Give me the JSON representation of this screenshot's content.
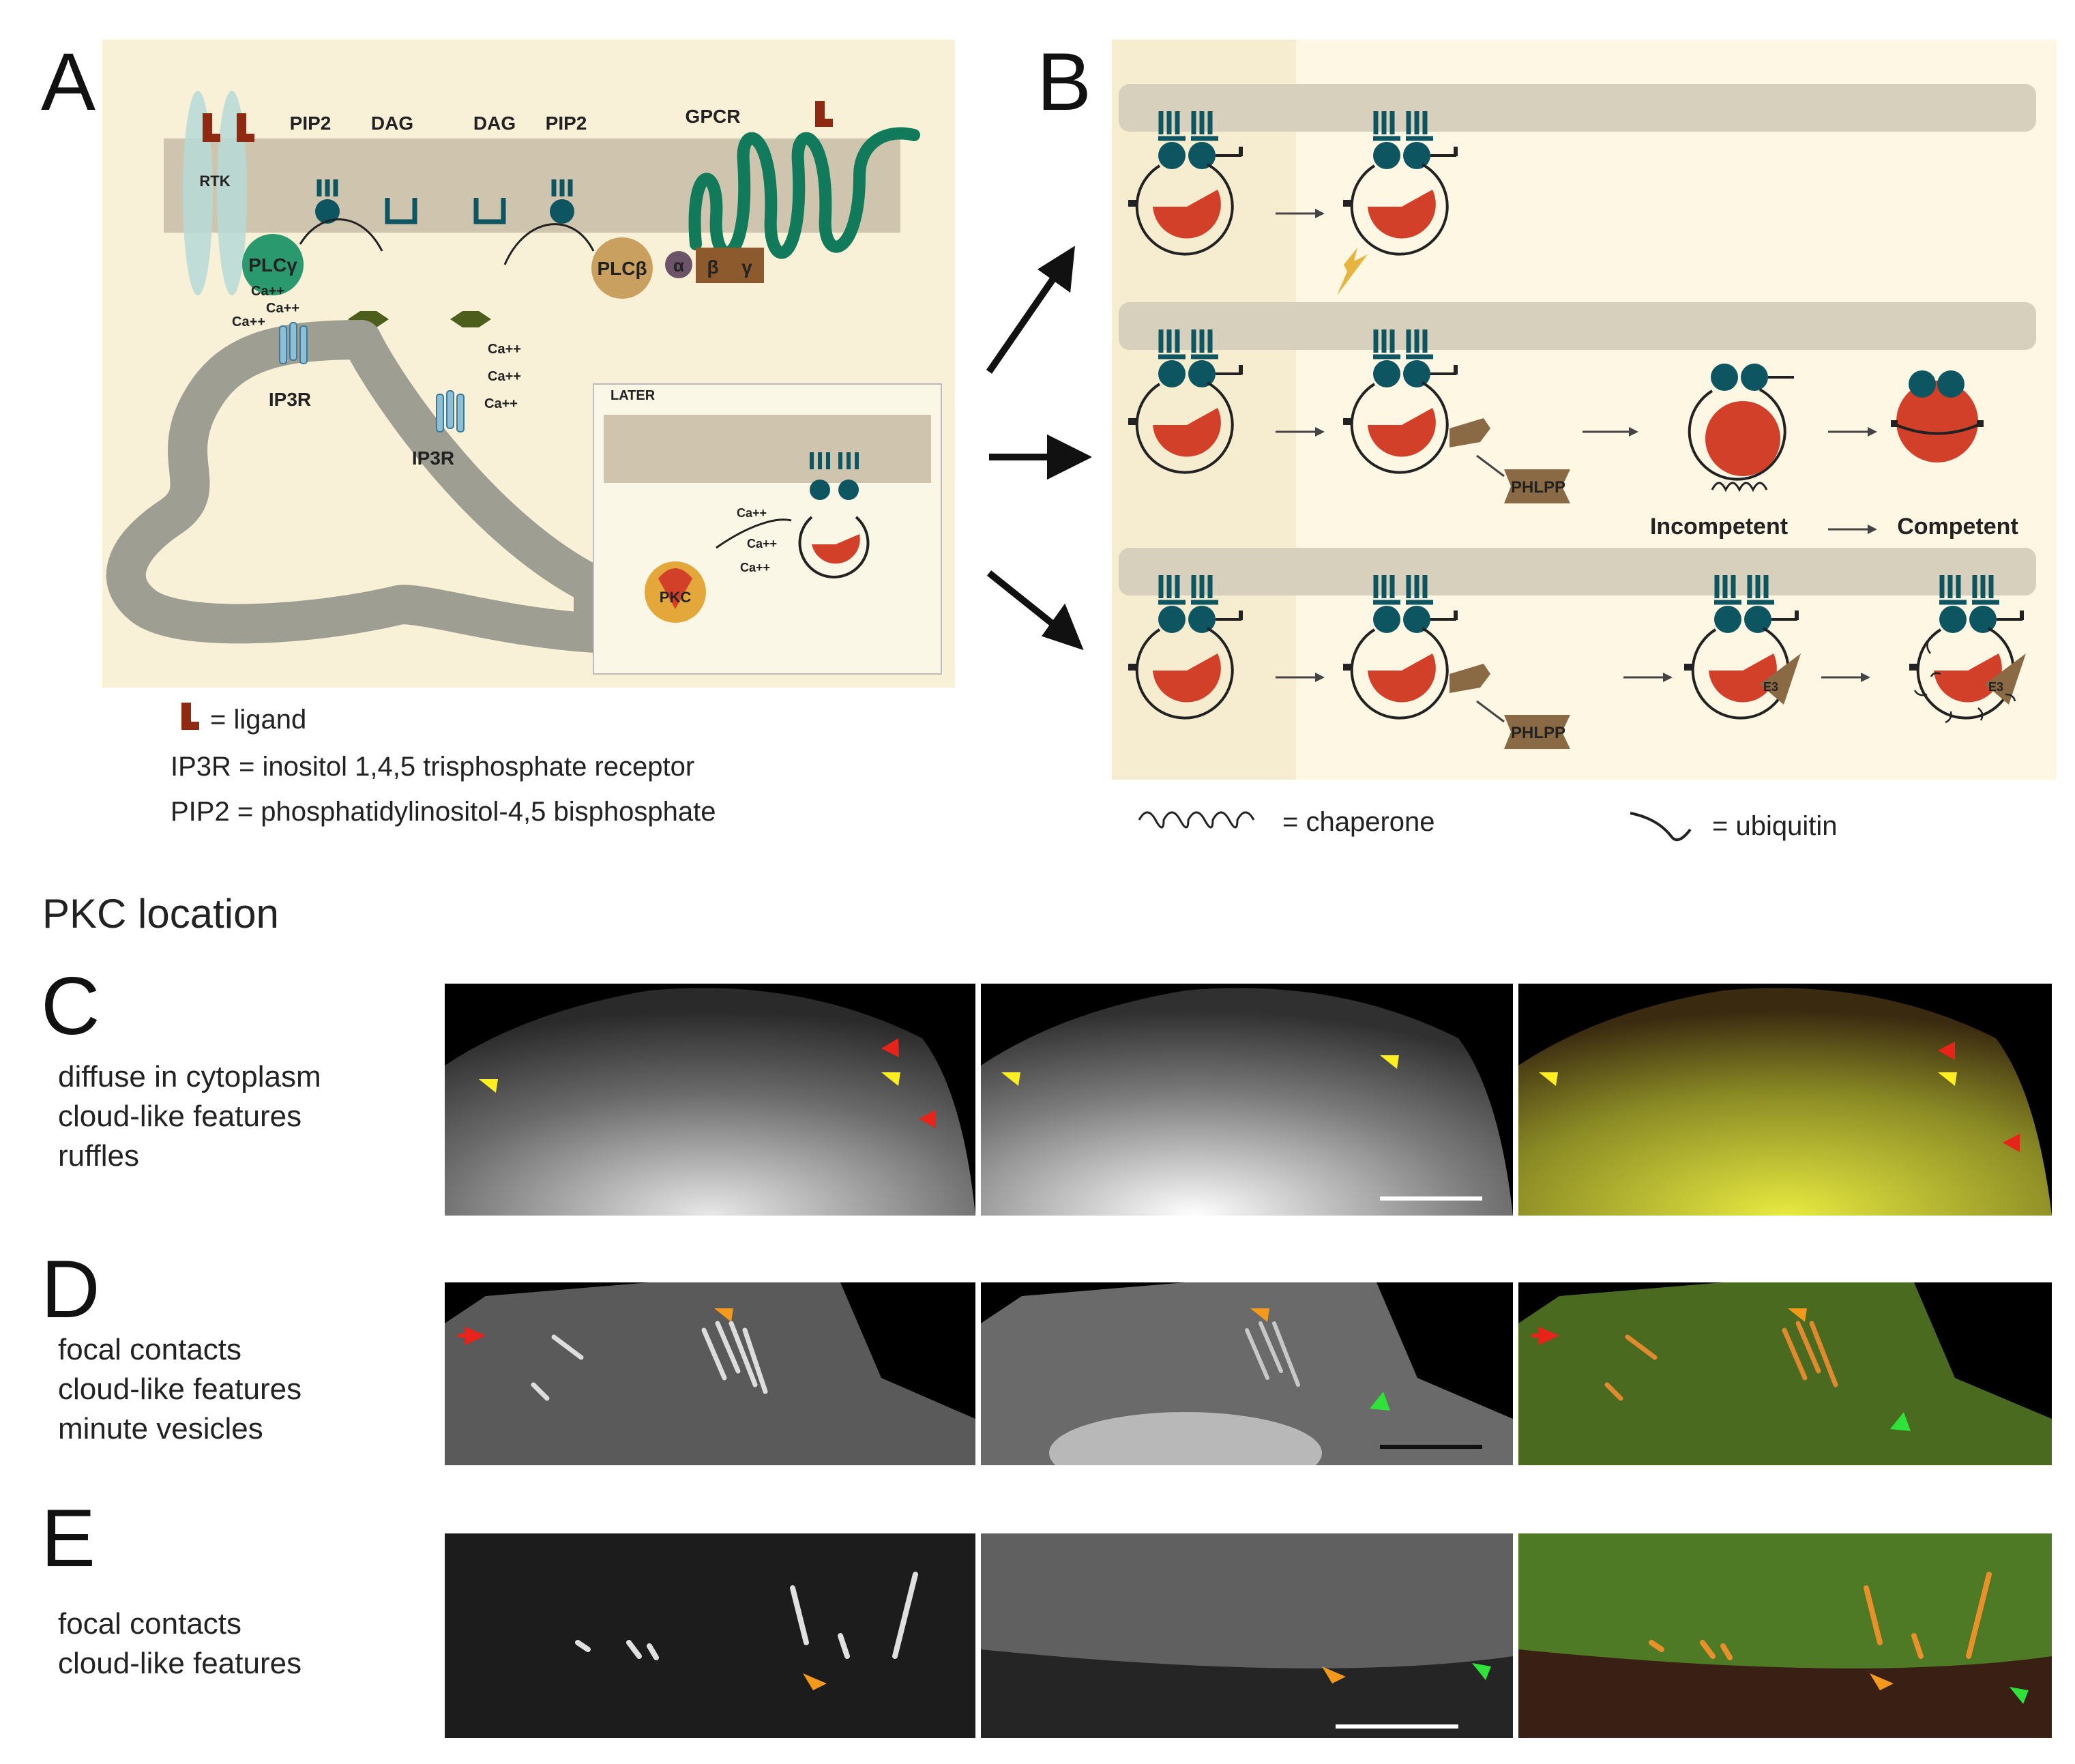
{
  "panels": {
    "a": {
      "letter": "A"
    },
    "b": {
      "letter": "B"
    },
    "c": {
      "letter": "C"
    },
    "d": {
      "letter": "D"
    },
    "e": {
      "letter": "E"
    }
  },
  "panel_a": {
    "rtk": "RTK",
    "pip2_left": "PIP2",
    "dag_left": "DAG",
    "dag_right": "DAG",
    "pip2_right": "PIP2",
    "gpcr": "GPCR",
    "plcg": "PLCγ",
    "plcb": "PLCβ",
    "alpha": "α",
    "beta": "β",
    "gamma": "γ",
    "ca": "Ca++",
    "ip3r": "IP3R",
    "later": "LATER",
    "pkc": "PKC"
  },
  "panel_b": {
    "phlpp": "PHLPP",
    "incompetent": "Incompetent",
    "competent": "Competent",
    "e3": "E3"
  },
  "legend_a": {
    "ligand": "= ligand",
    "ip3r": "IP3R = inositol 1,4,5 trisphosphate receptor",
    "pip2": "PIP2 = phosphatidylinositol-4,5 bisphosphate"
  },
  "legend_b": {
    "chaperone": "= chaperone",
    "ubiquitin": "= ubiquitin"
  },
  "pkc_location": "PKC location",
  "rows": {
    "c": [
      "diffuse in cytoplasm",
      "cloud-like features",
      "ruffles"
    ],
    "d": [
      "focal contacts",
      "cloud-like features",
      "minute vesicles"
    ],
    "e": [
      "focal contacts",
      "cloud-like features"
    ]
  },
  "colors": {
    "panel_bg": "#f8f1d8",
    "membrane": "#cfc5ae",
    "er": "#9e9e92",
    "teal": "#0d5560",
    "pkc_red": "#d2402a",
    "phlpp": "#8a6a45",
    "gpcr": "#117a5a",
    "arrow_red": "#e8231a",
    "arrow_yellow": "#ffee22",
    "arrow_orange": "#f39a1c",
    "arrow_green": "#2ee23a"
  }
}
